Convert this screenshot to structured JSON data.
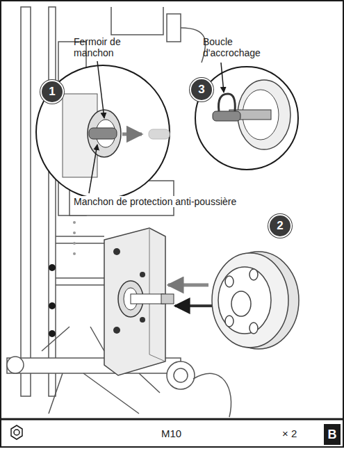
{
  "diagram": {
    "labels": [
      "Fermoir de manchon",
      "Boucle d'accrochage",
      "1",
      "3",
      "Manchon de protection anti-poussière",
      "2",
      "M10",
      "× 2",
      "B"
    ]
  }
}
